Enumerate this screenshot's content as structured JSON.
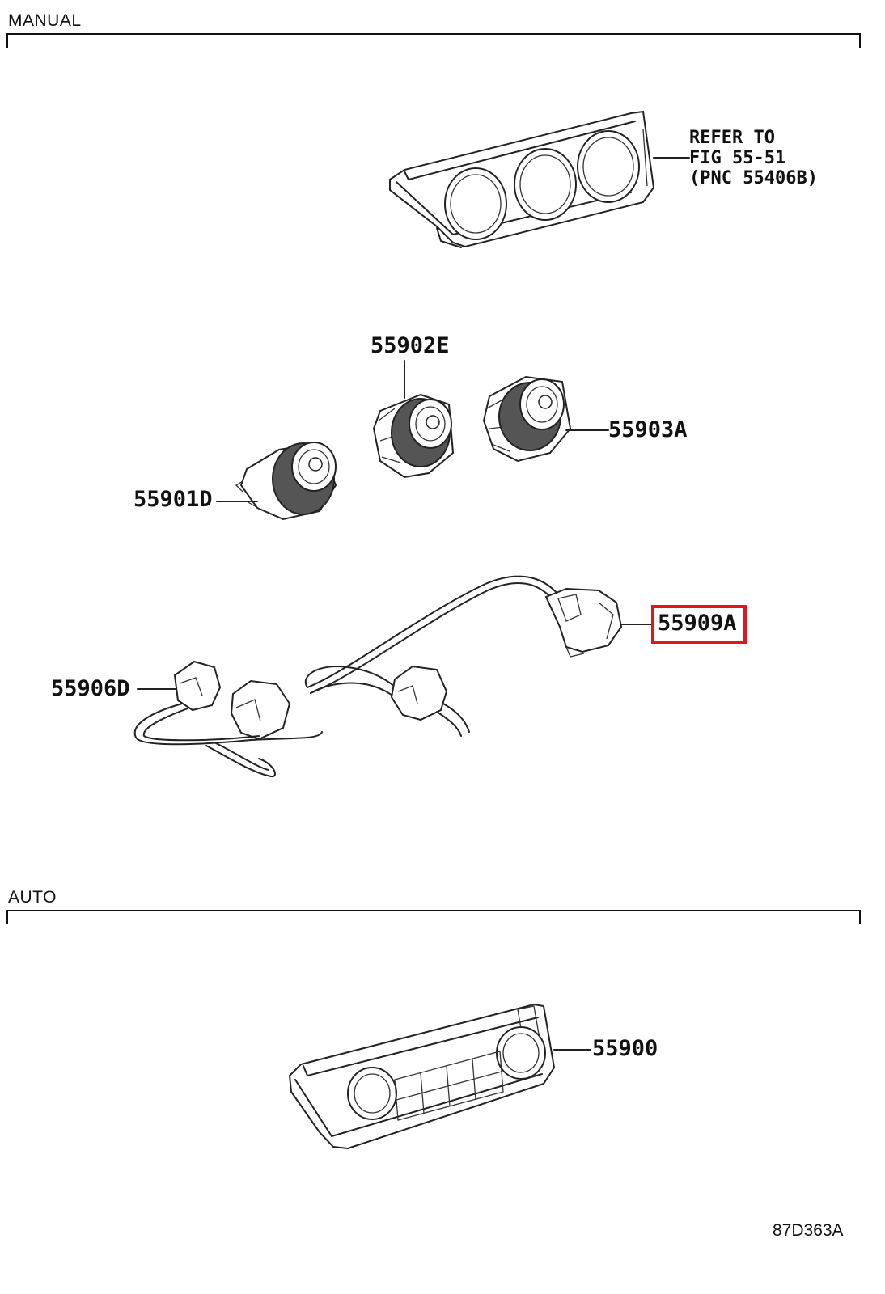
{
  "sections": {
    "manual": "MANUAL",
    "auto": "AUTO"
  },
  "refer": {
    "line1": "REFER TO",
    "line2": "FIG 55-51",
    "line3": "(PNC 55406B)"
  },
  "parts": {
    "p55902E": "55902E",
    "p55903A": "55903A",
    "p55901D": "55901D",
    "p55909A": "55909A",
    "p55906D": "55906D",
    "p55900": "55900"
  },
  "highlight": {
    "part": "55909A",
    "color": "#e8141c"
  },
  "diagram_code": "87D363A",
  "icons": {
    "panel_manual": "hvac-control-panel-3-knob",
    "knob": "rotary-knob",
    "harness": "wire-harness-with-connectors",
    "panel_auto": "hvac-auto-control-panel"
  }
}
